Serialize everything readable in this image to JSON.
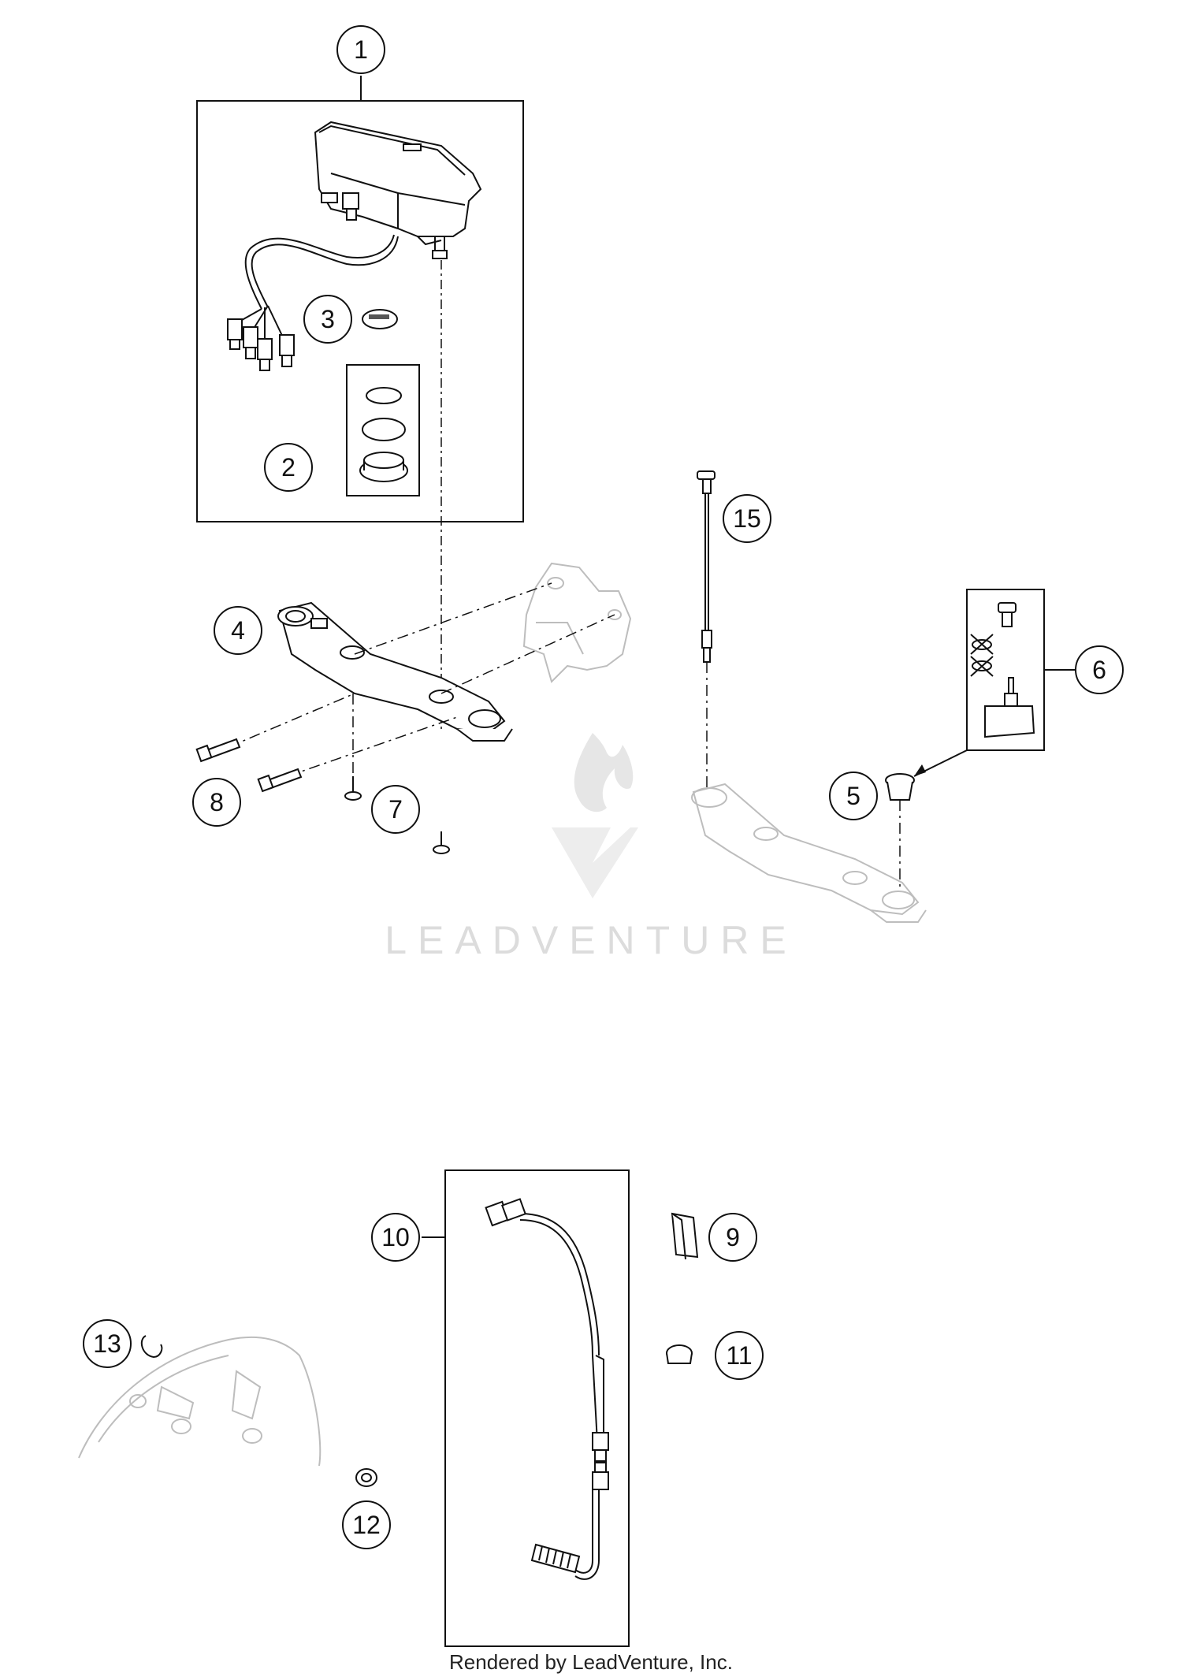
{
  "callouts": {
    "c1": "1",
    "c2": "2",
    "c3": "3",
    "c4": "4",
    "c5": "5",
    "c6": "6",
    "c7": "7",
    "c8": "8",
    "c9": "9",
    "c10": "10",
    "c11": "11",
    "c12": "12",
    "c13": "13",
    "c15": "15"
  },
  "watermark": {
    "text": "LEADVENTURE",
    "icon": "flame-v-logo"
  },
  "footer": {
    "text": "Rendered by LeadVenture, Inc."
  },
  "colors": {
    "line": "#111111",
    "ghost": "#b4b4b4",
    "watermark": "#dcdcdc"
  }
}
